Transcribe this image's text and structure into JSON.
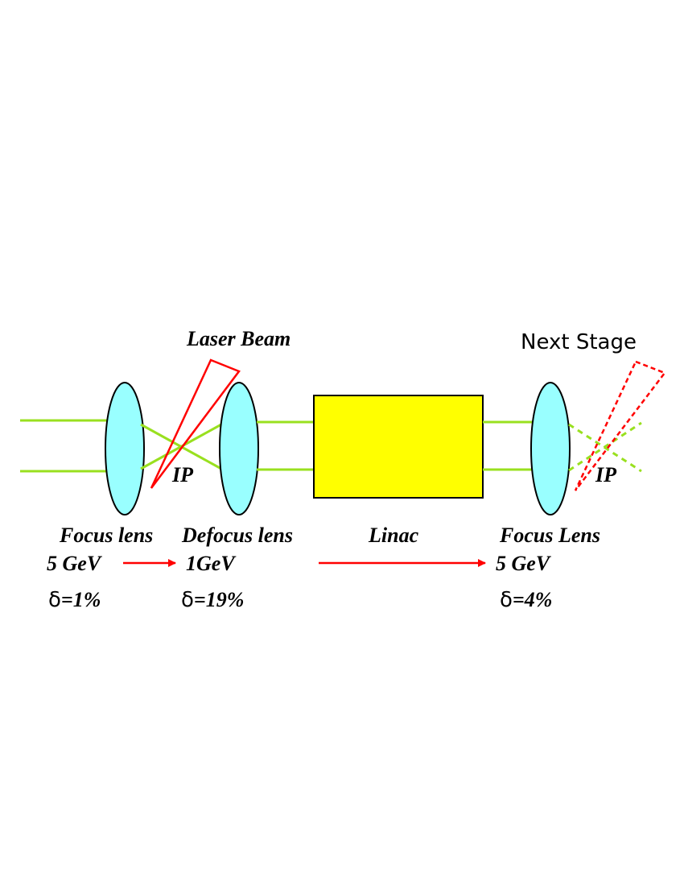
{
  "colors": {
    "beam": "#99e01f",
    "lens_fill": "#99ffff",
    "linac_fill": "#ffff00",
    "laser": "#ff0000",
    "outline": "#000000"
  },
  "labels": {
    "laser_beam": "Laser Beam",
    "next_stage": "Next Stage",
    "ip_1": "IP",
    "ip_2": "IP"
  },
  "stages": [
    {
      "name": "Focus lens",
      "energy": "5 GeV",
      "delta_symbol": "δ",
      "delta_value": "=1%"
    },
    {
      "name": "Defocus lens",
      "energy": "1GeV",
      "delta_symbol": "δ",
      "delta_value": "=19%"
    },
    {
      "name": "Linac"
    },
    {
      "name": "Focus Lens",
      "energy": "5 GeV",
      "delta_symbol": "δ",
      "delta_value": "=4%"
    }
  ]
}
